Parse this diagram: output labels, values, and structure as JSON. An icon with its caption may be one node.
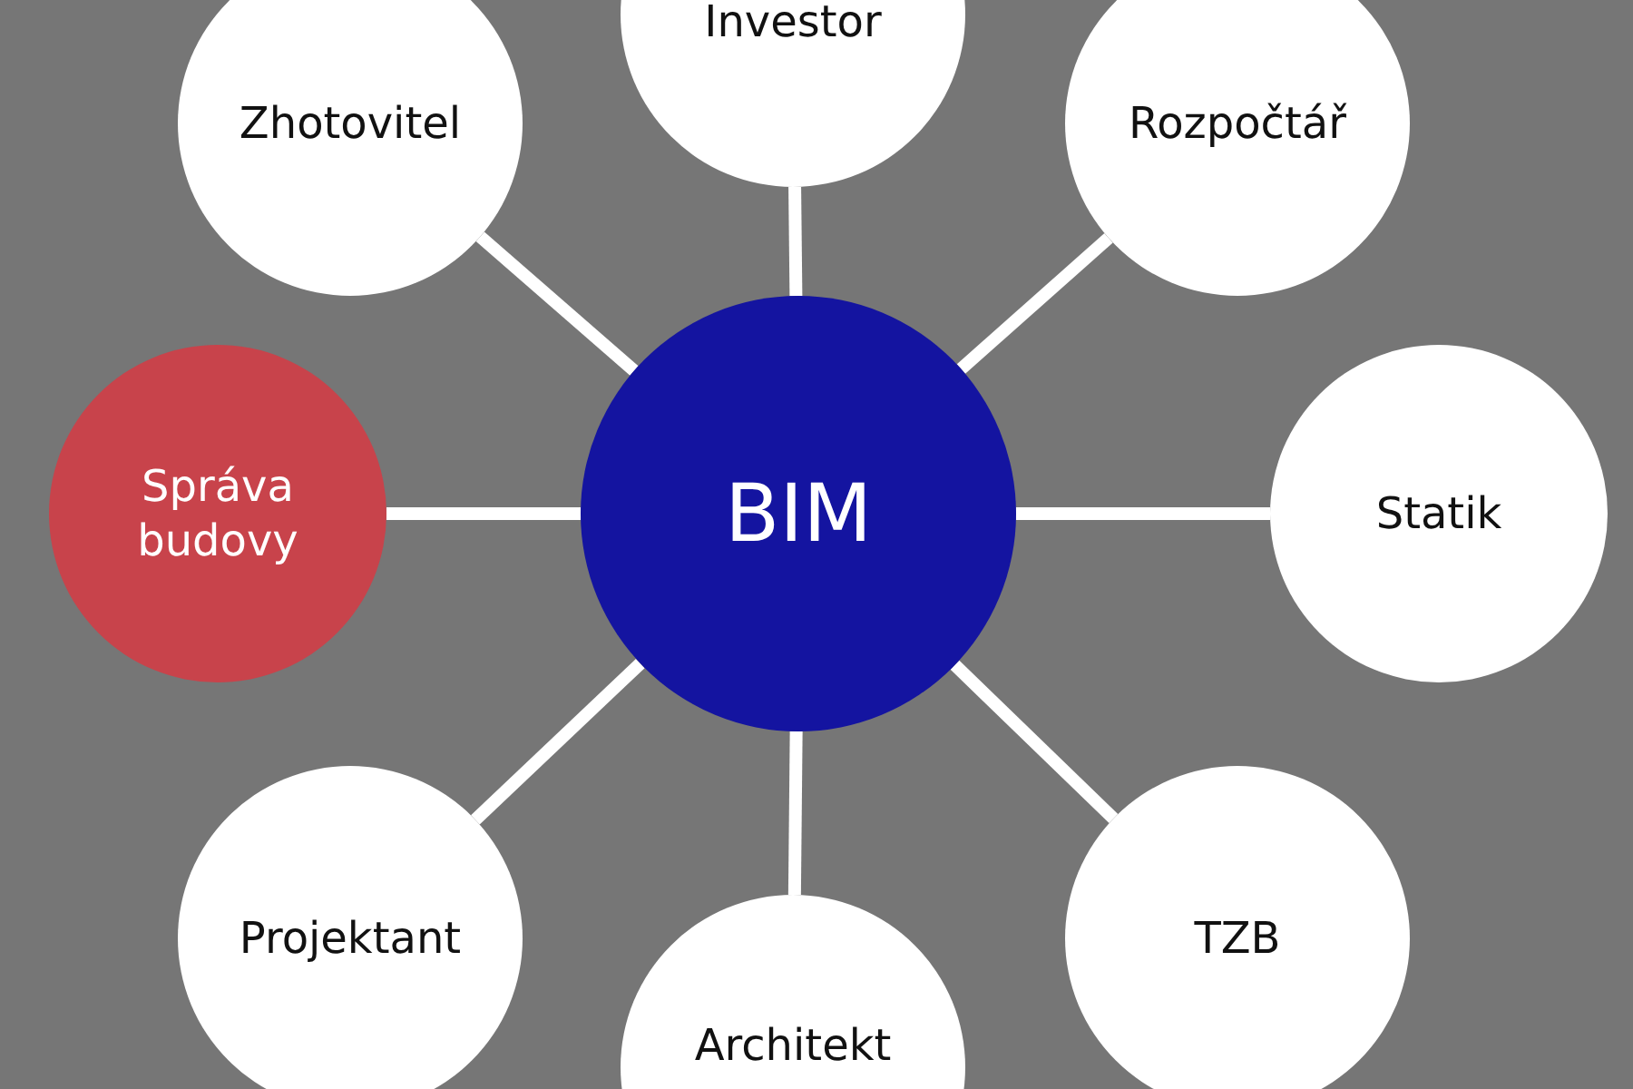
{
  "diagram": {
    "nodes": [
      {
        "text": [
          "Investor"
        ]
      },
      {
        "text": [
          "Zhotovitel"
        ]
      },
      {
        "text": [
          "Rozpočtář"
        ]
      },
      {
        "text": [
          "Správa budovy"
        ]
      },
      {
        "text": [
          "BIM"
        ]
      },
      {
        "text": [
          "Statik"
        ]
      },
      {
        "text": [
          "Projektant"
        ]
      },
      {
        "text": [
          "TZB"
        ]
      },
      {
        "text": [
          "Architekt"
        ]
      }
    ],
    "edges": [
      {
        "from": 4,
        "to": 0,
        "arrow": "none"
      },
      {
        "from": 4,
        "to": 1,
        "arrow": "none"
      },
      {
        "from": 4,
        "to": 2,
        "arrow": "none"
      },
      {
        "from": 4,
        "to": 3,
        "arrow": "none"
      },
      {
        "from": 4,
        "to": 5,
        "arrow": "none"
      },
      {
        "from": 4,
        "to": 6,
        "arrow": "none"
      },
      {
        "from": 4,
        "to": 7,
        "arrow": "none"
      },
      {
        "from": 4,
        "to": 8,
        "arrow": "none"
      }
    ]
  }
}
